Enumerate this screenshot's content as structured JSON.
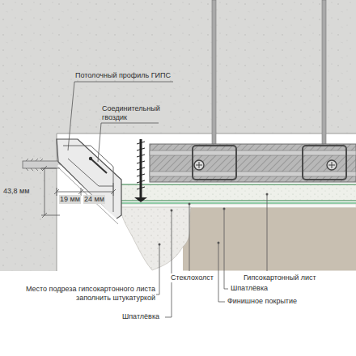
{
  "diagram": {
    "labels": [
      "Потолочный профиль ГИПС",
      "Соединительный гвоздик",
      "43,8 мм",
      "19 мм",
      "24 мм",
      "Место подреза гипсокартонного листа заполнить штукатуркой",
      "Шпатлёвка",
      "Стеклохолст",
      "Гипсокартонный лист",
      "Шпатлёвка",
      "Финишное покрытие"
    ]
  }
}
